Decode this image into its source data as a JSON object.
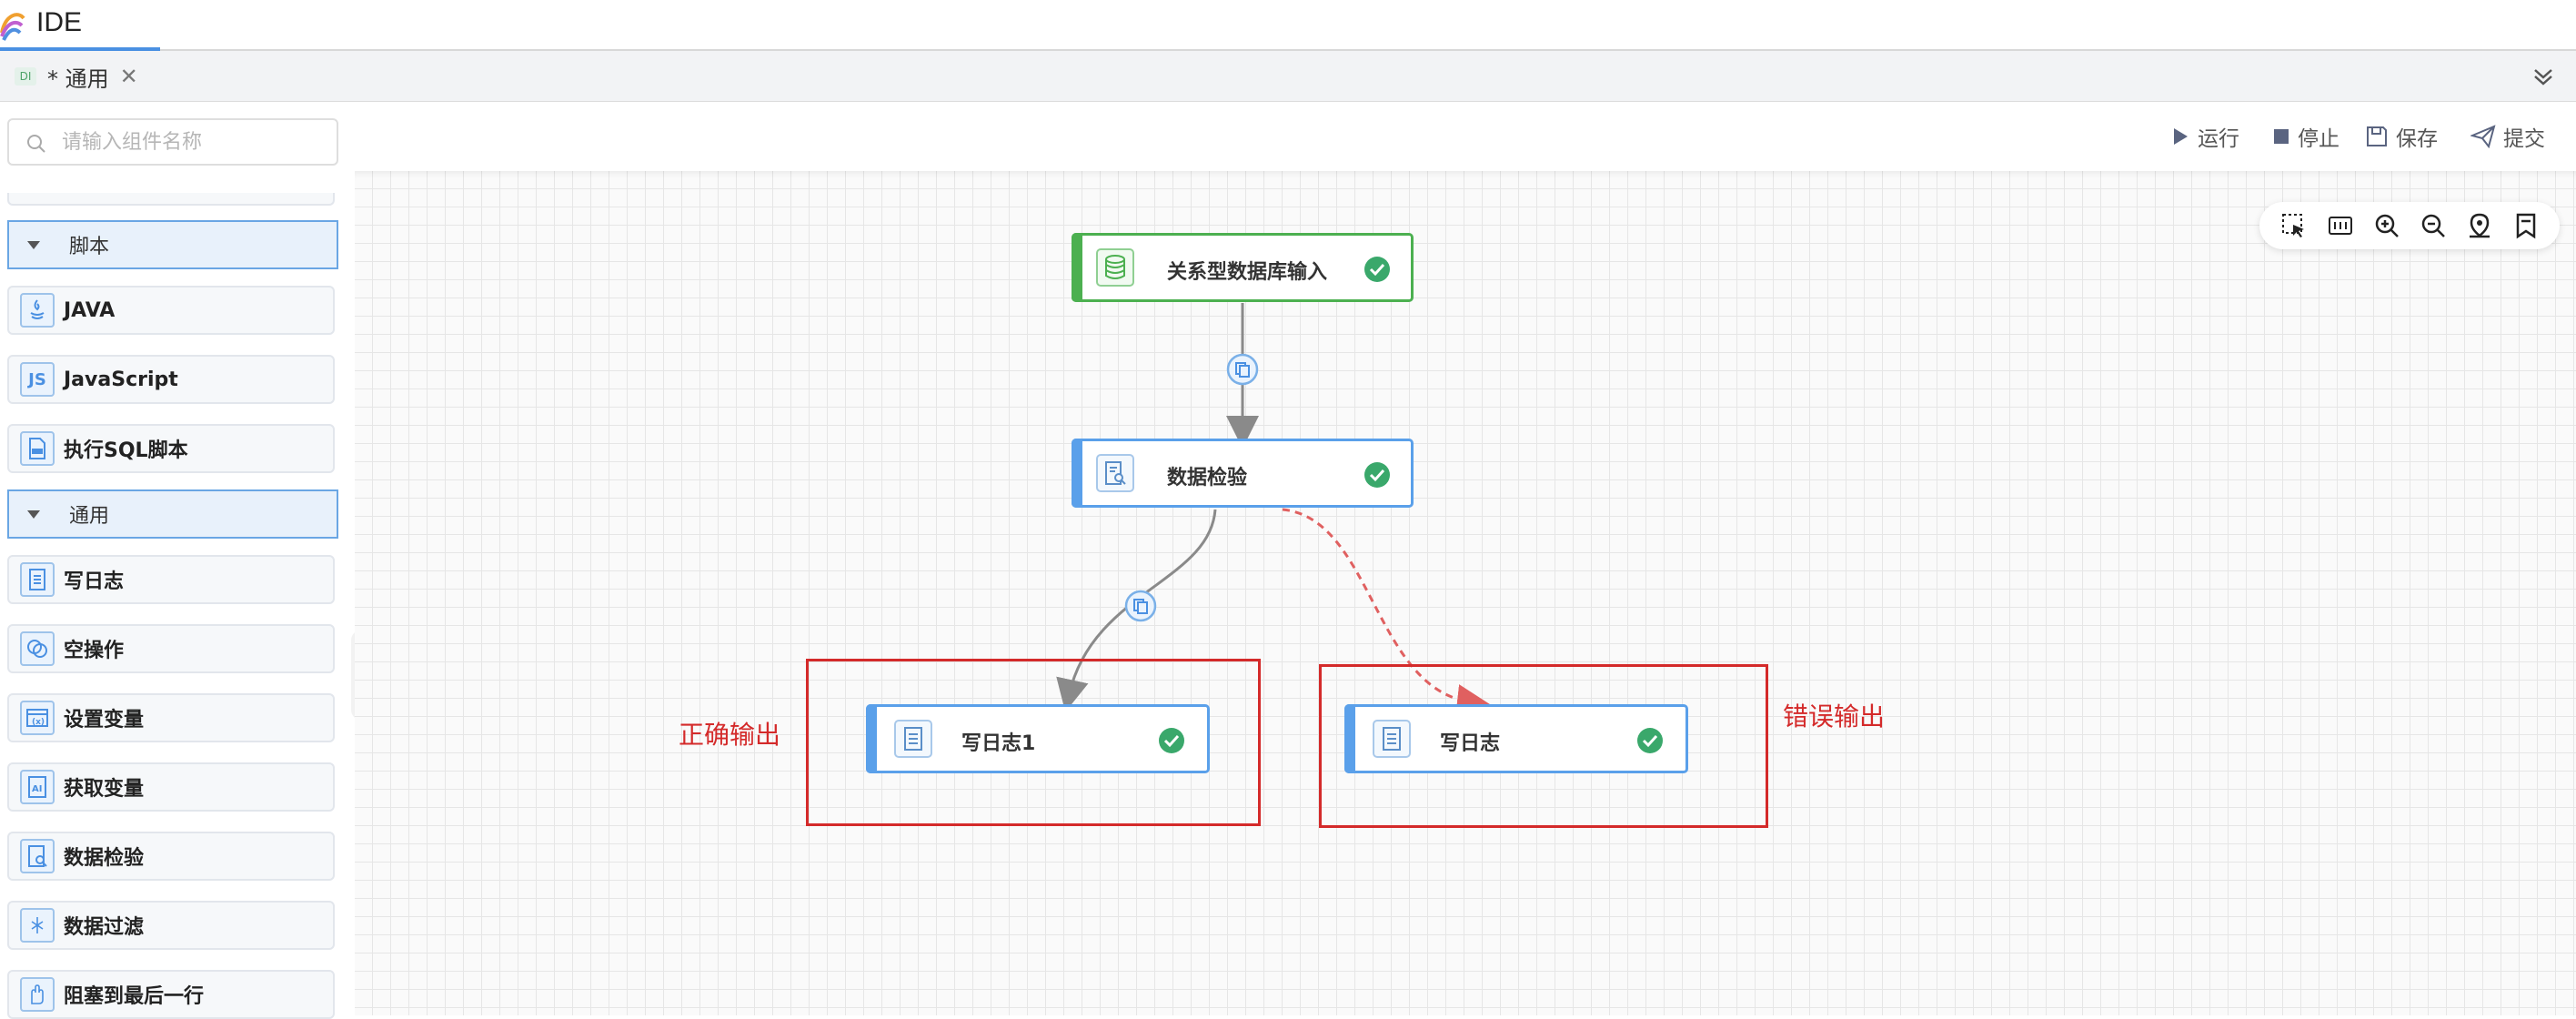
{
  "app": {
    "title": "IDE"
  },
  "tab": {
    "badge": "DI",
    "label": "* 通用",
    "close": "✕"
  },
  "search": {
    "placeholder": "请输入组件名称",
    "value": ""
  },
  "sidebar": {
    "groups": [
      {
        "label": "脚本"
      },
      {
        "label": "通用"
      }
    ],
    "items": [
      {
        "label": "JAVA",
        "icon": "java-icon"
      },
      {
        "label": "JavaScript",
        "icon": "js-icon",
        "glyph": "JS"
      },
      {
        "label": "执行SQL脚本",
        "icon": "sql-script-icon"
      },
      {
        "label": "写日志",
        "icon": "log-icon"
      },
      {
        "label": "空操作",
        "icon": "noop-icon"
      },
      {
        "label": "设置变量",
        "icon": "set-variable-icon"
      },
      {
        "label": "获取变量",
        "icon": "get-variable-icon"
      },
      {
        "label": "数据检验",
        "icon": "data-validation-icon"
      },
      {
        "label": "数据过滤",
        "icon": "data-filter-icon"
      },
      {
        "label": "阻塞到最后一行",
        "icon": "block-until-last-row-icon"
      }
    ]
  },
  "toolbar": {
    "run": "运行",
    "stop": "停止",
    "save": "保存",
    "submit": "提交"
  },
  "canvas_tools": [
    "select-icon",
    "fit-icon",
    "zoom-in-icon",
    "zoom-out-icon",
    "locate-icon",
    "bookmark-icon"
  ],
  "nodes": {
    "db_input": {
      "label": "关系型数据库输入"
    },
    "validation": {
      "label": "数据检验"
    },
    "log1": {
      "label": "写日志1"
    },
    "log2": {
      "label": "写日志"
    }
  },
  "annotations": {
    "correct": "正确输出",
    "error": "错误输出"
  },
  "colors": {
    "accent": "#4a90e2",
    "success": "#3aa86b",
    "annotation": "#d42a2a",
    "error_edge": "#e06060"
  }
}
